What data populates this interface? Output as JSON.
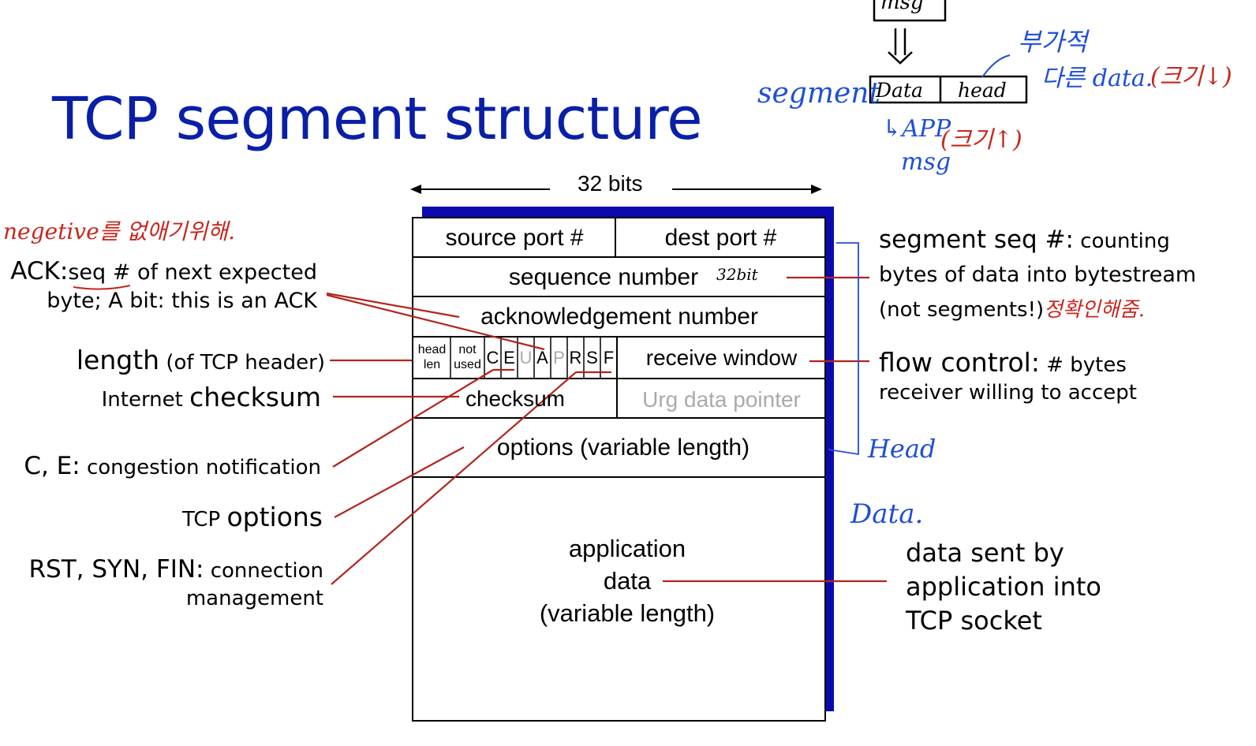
{
  "title": "TCP segment structure",
  "width_label": "32 bits",
  "segment": {
    "source_port": "source port #",
    "dest_port": "dest port #",
    "sequence_number": "sequence number",
    "ack_number": "acknowledgement number",
    "head_len_1": "head",
    "head_len_2": "len",
    "not_used_1": "not",
    "not_used_2": "used",
    "flags": [
      "C",
      "E",
      "U",
      "A",
      "P",
      "R",
      "S",
      "F"
    ],
    "receive_window": "receive window",
    "checksum": "checksum",
    "urg_pointer": "Urg data pointer",
    "options": "options (variable length)",
    "app_data_1": "application",
    "app_data_2": "data",
    "app_data_3": "(variable length)"
  },
  "left_labels": {
    "ack_strong": "ACK:",
    "ack_seq": "seq #",
    "ack_rest": " of next expected",
    "ack_line2": "byte; A bit: this is an ACK",
    "length_strong": "length",
    "length_rest": " (of TCP header)",
    "checksum_pre": "Internet ",
    "checksum_strong": "checksum",
    "ce_strong": "C, E:",
    "ce_rest": " congestion notification",
    "opt_pre": "TCP ",
    "opt_strong": "options",
    "rsf_strong": "RST, SYN, FIN:",
    "rsf_rest": " connection",
    "rsf_line2": "management"
  },
  "right_labels": {
    "seq_strong": "segment seq  #:",
    "seq_rest": " counting",
    "seq_line2": "bytes of data into bytestream",
    "seq_line3": "(not segments!)",
    "flow_strong": "flow control:",
    "flow_rest": " # bytes",
    "flow_line2": "receiver willing to accept",
    "data_1": "data sent by",
    "data_2": "application into",
    "data_3": "TCP socket"
  },
  "annotations": {
    "negative_note": "negetive를 없애기위해.",
    "seq_bits": "32bit",
    "seq_note": "정확인해줌.",
    "segment_word": "segment",
    "msg_top": "msg",
    "enc_data": "Data",
    "enc_head": "head",
    "app_msg_1": "↳APP",
    "app_msg_2": "msg",
    "size_up": "(크기↑)",
    "sub": "부가적",
    "other_data": "다른 data.",
    "size_down": "(크기↓)",
    "head_mark": "Head",
    "data_mark": "Data."
  },
  "colors": {
    "title": "#0a1fa8",
    "shadow": "#0a0ab0",
    "pointer_line": "#b3241c",
    "handwriting_red": "#c8261c",
    "handwriting_blue": "#1f4fd6"
  }
}
